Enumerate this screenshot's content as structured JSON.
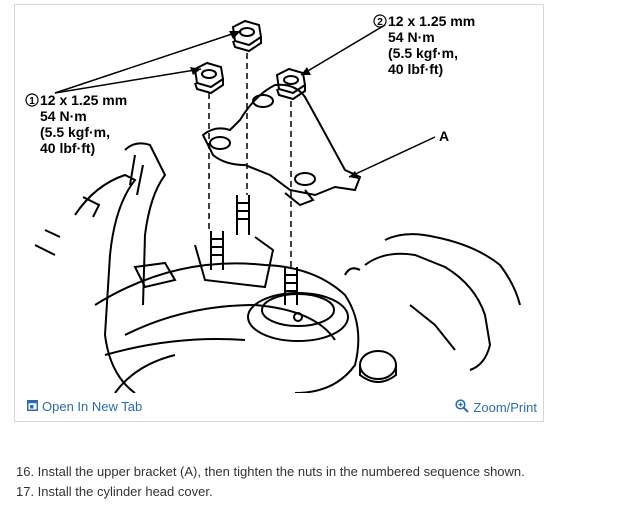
{
  "figure": {
    "callout_1": {
      "number": "1",
      "lines": [
        "12 x 1.25 mm",
        "54 N·m",
        "(5.5 kgf·m,",
        "40 lbf·ft)"
      ]
    },
    "callout_2": {
      "number": "2",
      "lines": [
        "12 x 1.25 mm",
        "54 N·m",
        "(5.5 kgf·m,",
        "40 lbf·ft)"
      ]
    },
    "label_a": "A"
  },
  "toolbar": {
    "open_tab_label": "Open In New Tab",
    "zoom_label": "Zoom/Print",
    "icons": [
      "open-in-new-tab-icon",
      "zoom-icon"
    ],
    "link_color": "#2a6db0"
  },
  "steps": [
    "16. Install the upper bracket (A), then tighten the nuts in the numbered sequence shown.",
    "17. Install the cylinder head cover."
  ]
}
